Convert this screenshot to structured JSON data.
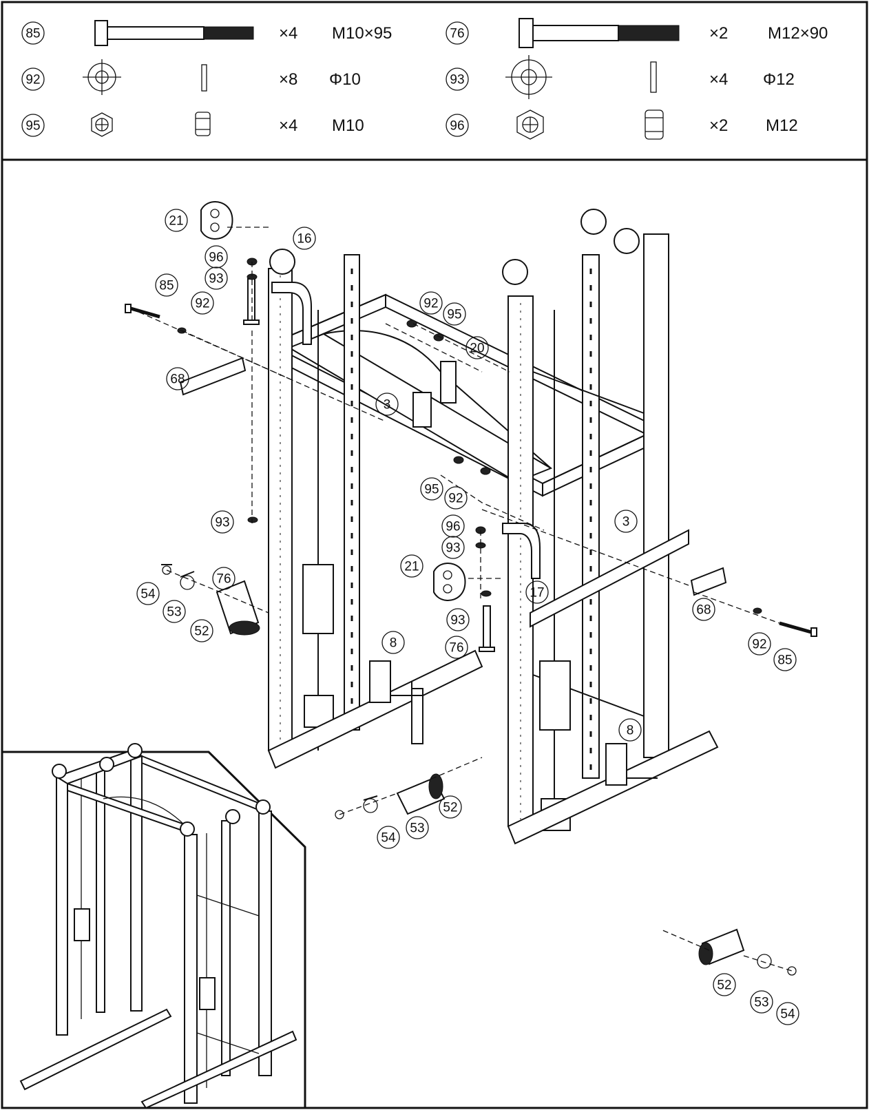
{
  "hardware": [
    {
      "id": "85",
      "qty": "×4",
      "spec": "M10×95"
    },
    {
      "id": "76",
      "qty": "×2",
      "spec": "M12×90"
    },
    {
      "id": "92",
      "qty": "×8",
      "spec": "Φ10"
    },
    {
      "id": "93",
      "qty": "×4",
      "spec": "Φ12"
    },
    {
      "id": "95",
      "qty": "×4",
      "spec": "M10"
    },
    {
      "id": "96",
      "qty": "×2",
      "spec": "M12"
    }
  ],
  "callouts": {
    "c85a": "85",
    "c92a": "92",
    "c68a": "68",
    "c96a": "96",
    "c93a": "93",
    "c21a": "21",
    "c16": "16",
    "c93b": "93",
    "c76a": "76",
    "c54a": "54",
    "c53a": "53",
    "c52a": "52",
    "c92b": "92",
    "c95a": "95",
    "c20": "20",
    "c3a": "3",
    "c95b": "95",
    "c92c": "92",
    "c3b": "3",
    "c96b": "96",
    "c93c": "93",
    "c21b": "21",
    "c17": "17",
    "c93d": "93",
    "c76b": "76",
    "c68b": "68",
    "c92d": "92",
    "c85b": "85",
    "c8a": "8",
    "c8b": "8",
    "c52b": "52",
    "c53b": "53",
    "c54b": "54",
    "c52c": "52",
    "c53c": "53",
    "c54c": "54"
  }
}
